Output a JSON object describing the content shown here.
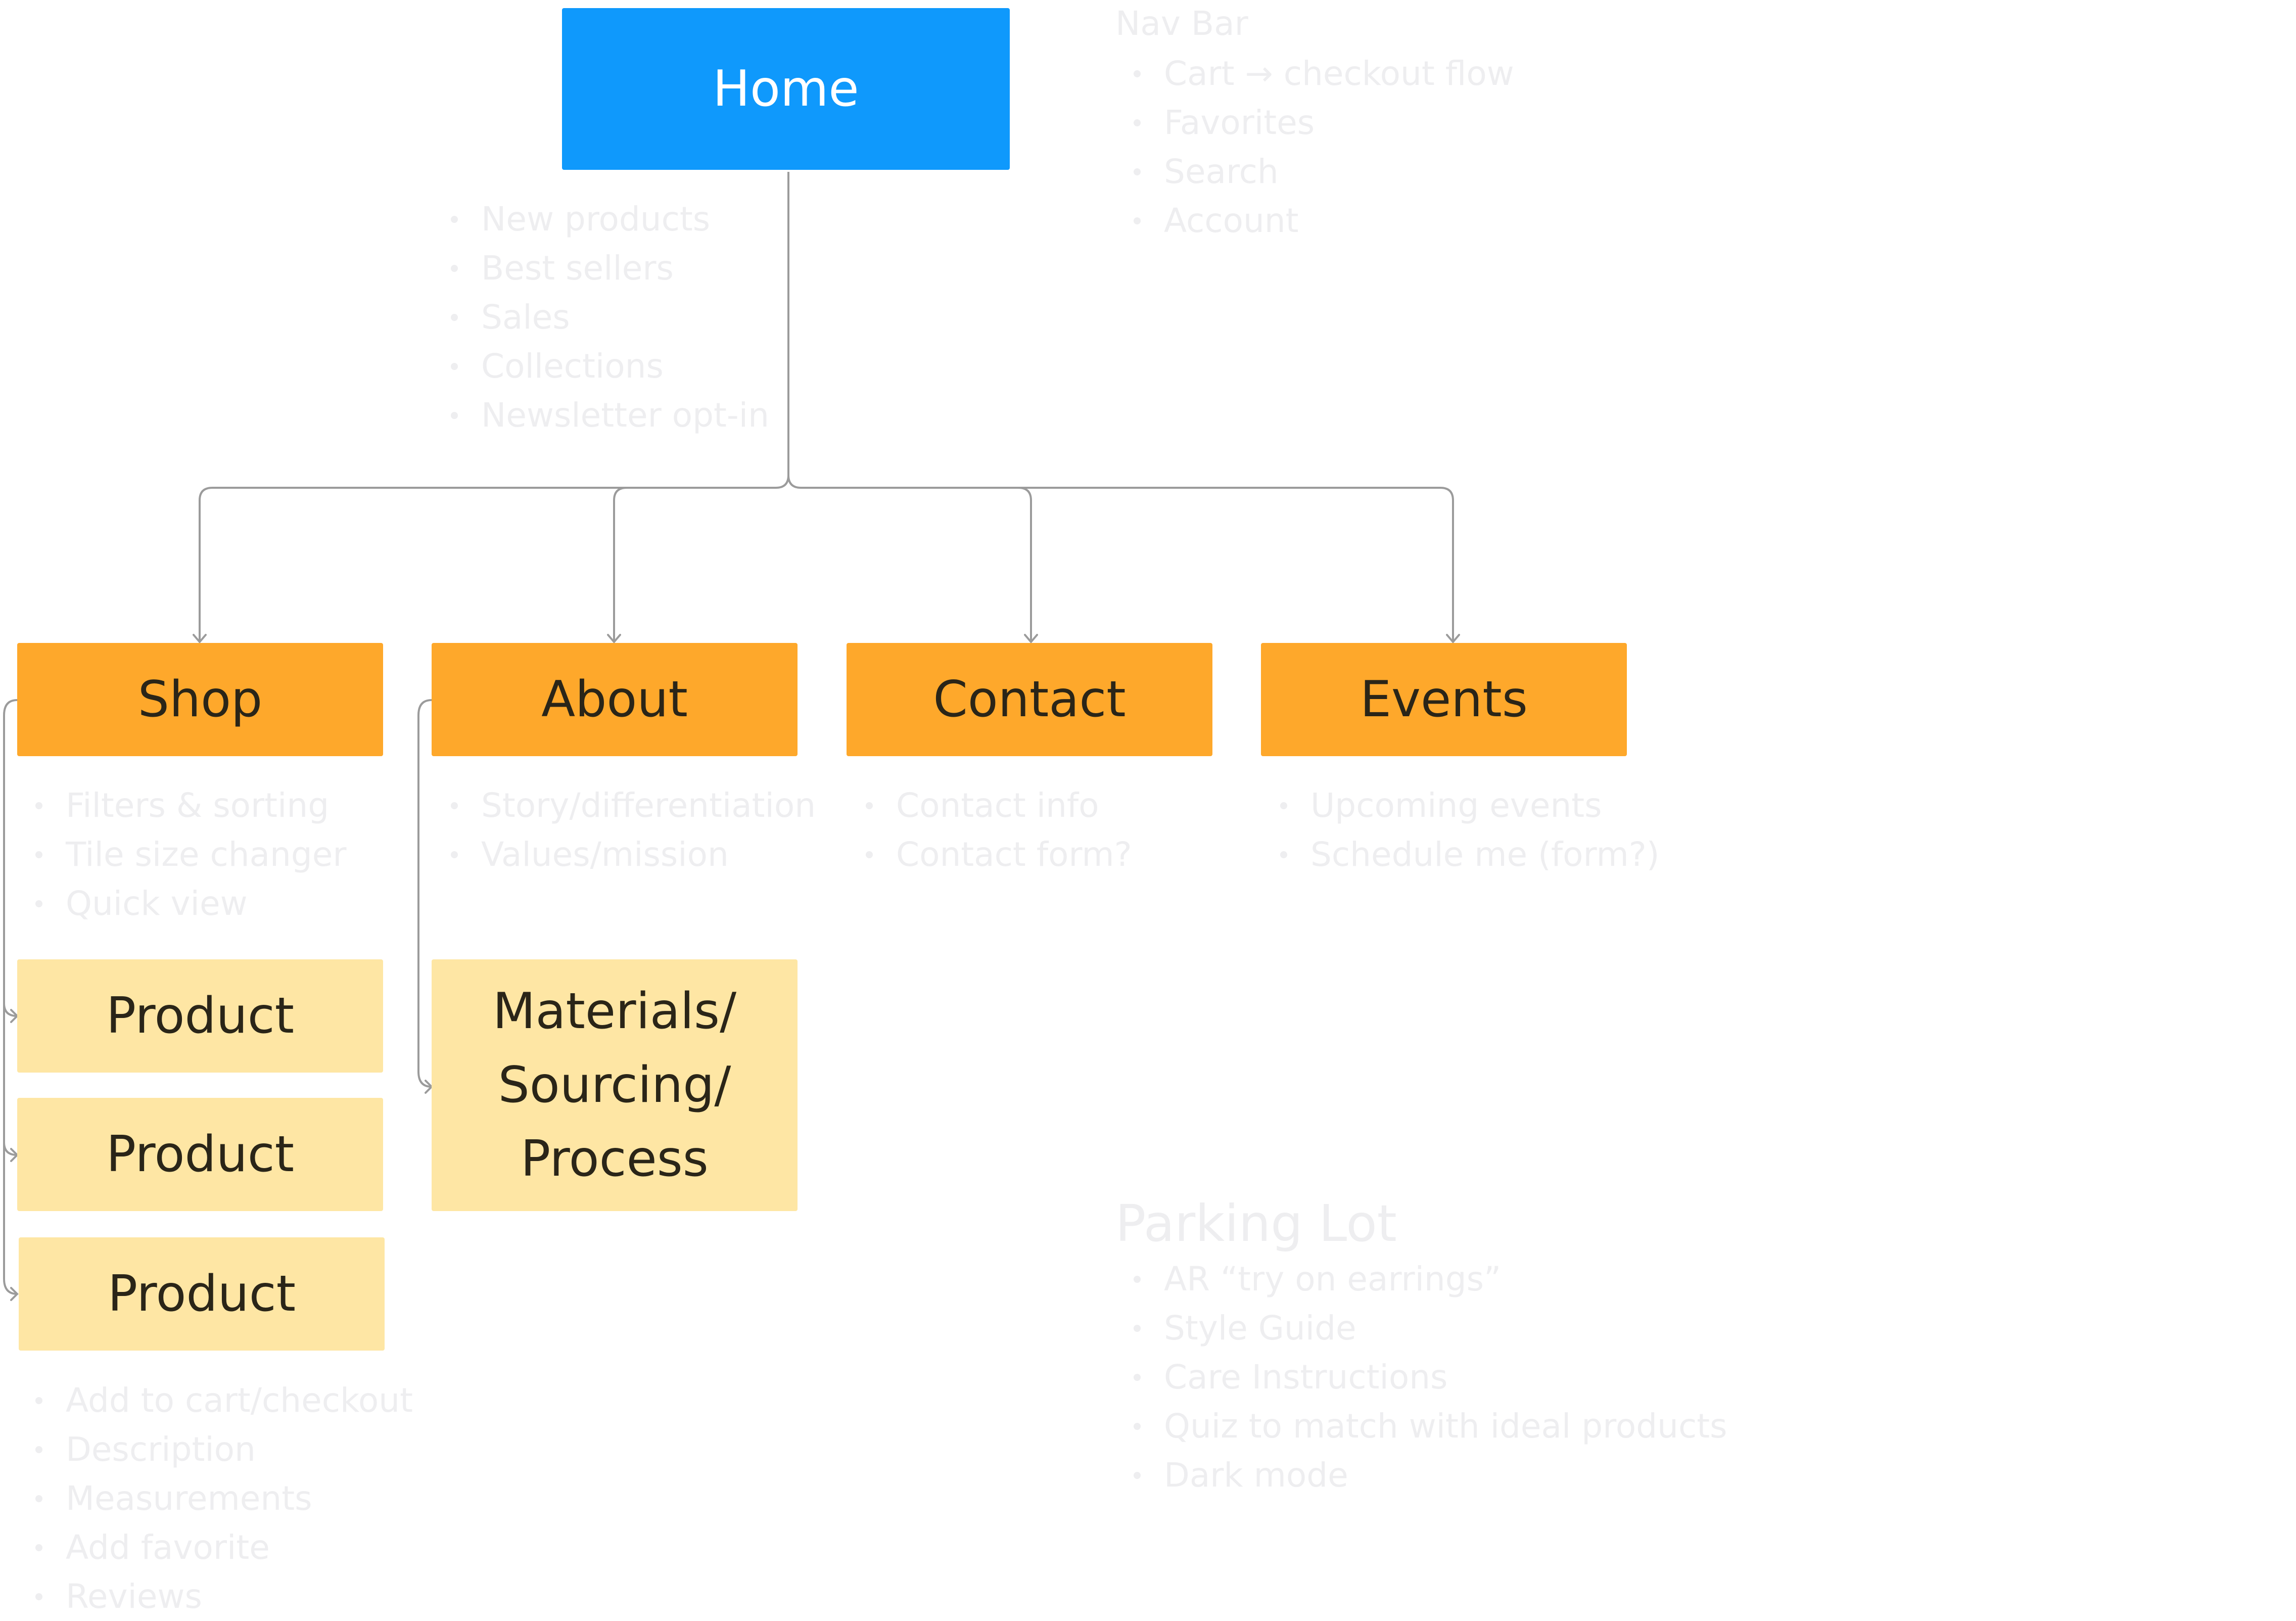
{
  "diagram": {
    "root": {
      "label": "Home"
    },
    "sections": [
      {
        "label": "Shop"
      },
      {
        "label": "About"
      },
      {
        "label": "Contact"
      },
      {
        "label": "Events"
      }
    ],
    "pages": {
      "product_1": "Product",
      "product_2": "Product",
      "product_3": "Product",
      "materials_line1": "Materials/",
      "materials_line2": "Sourcing/",
      "materials_line3": "Process"
    },
    "home_notes": [
      "New products",
      "Best sellers",
      "Sales",
      "Collections",
      "Newsletter opt-in"
    ],
    "nav_bar": {
      "title": "Nav Bar",
      "items": [
        "Cart → checkout flow",
        "Favorites",
        "Search",
        "Account"
      ]
    },
    "shop_notes": [
      "Filters & sorting",
      "Tile size changer",
      "Quick view"
    ],
    "about_notes": [
      "Story/differentiation",
      "Values/mission"
    ],
    "contact_notes": [
      "Contact info",
      "Contact form?"
    ],
    "events_notes": [
      "Upcoming events",
      "Schedule me (form?)"
    ],
    "product_notes": [
      "Add to cart/checkout",
      "Description",
      "Measurements",
      "Add favorite",
      "Reviews"
    ],
    "parking_lot": {
      "title": "Parking Lot",
      "items": [
        "AR “try on earrings”",
        "Style Guide",
        "Care Instructions",
        "Quiz to match with ideal products",
        "Dark mode"
      ]
    },
    "colors": {
      "root": "#0f99fc",
      "section": "#fea82b",
      "page": "#fee6a4",
      "connector": "#9b9b9b",
      "faint_text": "#eeeef0"
    }
  }
}
